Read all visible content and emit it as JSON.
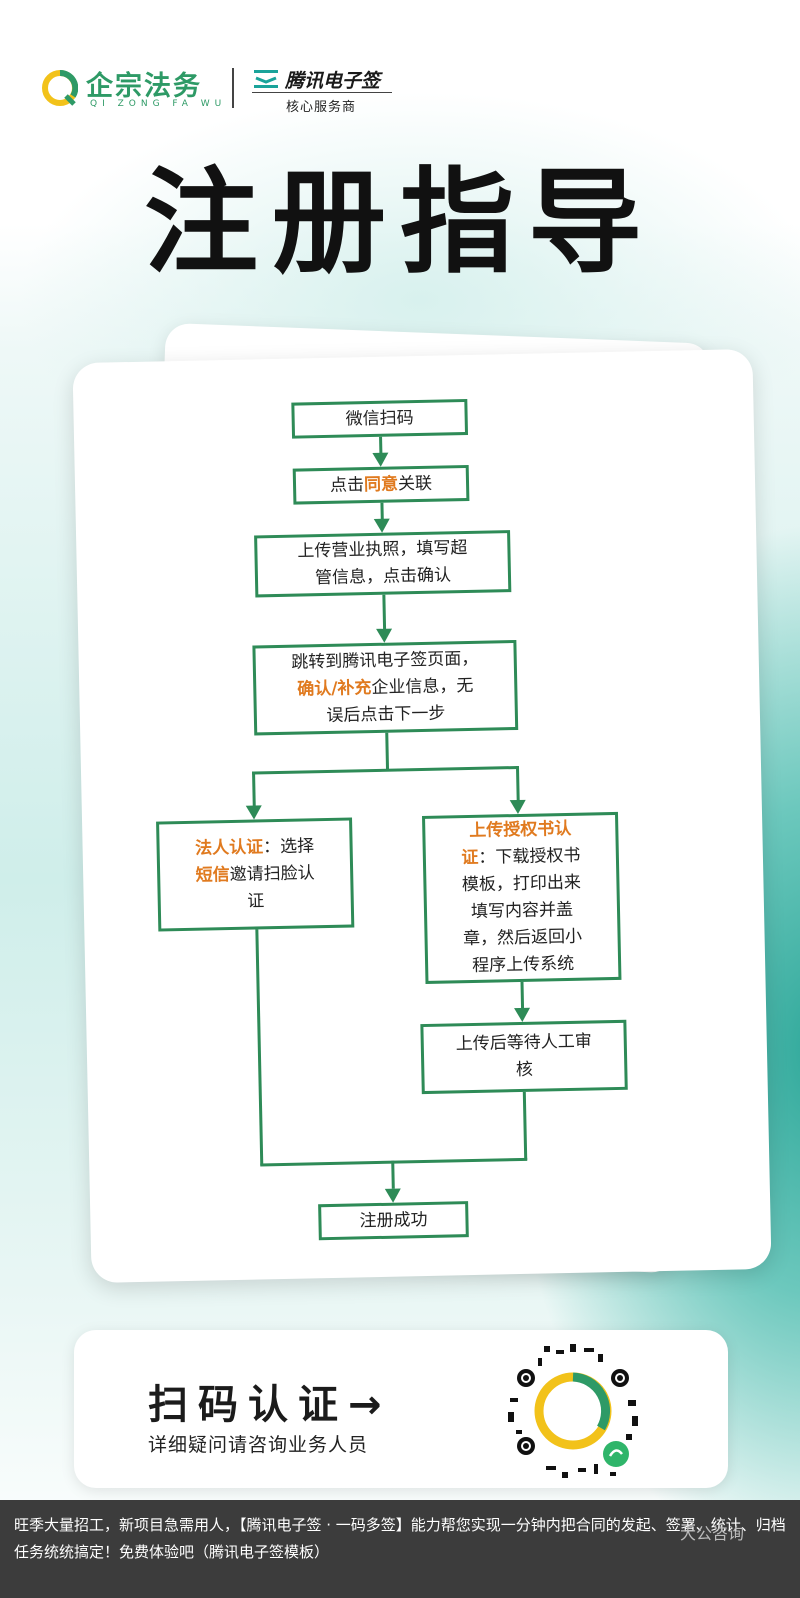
{
  "header": {
    "brand_cn": "企宗法务",
    "brand_en": "QI ZONG FA WU",
    "partner_name": "腾讯电子签",
    "partner_sub": "核心服务商"
  },
  "title": "注册指导",
  "flow": {
    "n1": "微信扫码",
    "n2_pre": "点击",
    "n2_hl": "同意",
    "n2_post": "关联",
    "n3_l1": "上传营业执照，填写超",
    "n3_l2": "管信息，点击确认",
    "n4_l1": "跳转到腾讯电子签页面，",
    "n4_hl": "确认/补充",
    "n4_l2_post": "企业信息，无",
    "n4_l3": "误后点击下一步",
    "left_hl1": "法人认证",
    "left_l1_post": "：选择",
    "left_hl2": "短信",
    "left_l2_post": "邀请扫脸认",
    "left_l3": "证",
    "right_hl1": "上传授权书认",
    "right_hl2": "证",
    "right_l2_post": "：下载授权书",
    "right_l3": "模板，打印出来",
    "right_l4": "填写内容并盖",
    "right_l5": "章，然后返回小",
    "right_l6": "程序上传系统",
    "review_l1": "上传后等待人工审",
    "review_l2": "核",
    "done": "注册成功"
  },
  "banner": {
    "title": "扫码认证→",
    "subtitle": "详细疑问请咨询业务人员"
  },
  "footer": {
    "line1": "旺季大量招工，新项目急需用人，【腾讯电子签 · 一码多签】能力帮您实现一分钟内把合同的发起、签署、统计、归档",
    "line2": "任务统统搞定！免费体验吧（腾讯电子签模板）",
    "watermark": "大公咨询"
  },
  "colors": {
    "flow_green": "#2e8b57",
    "highlight_orange": "#e07a1f",
    "brand_green": "#2e9a66"
  }
}
